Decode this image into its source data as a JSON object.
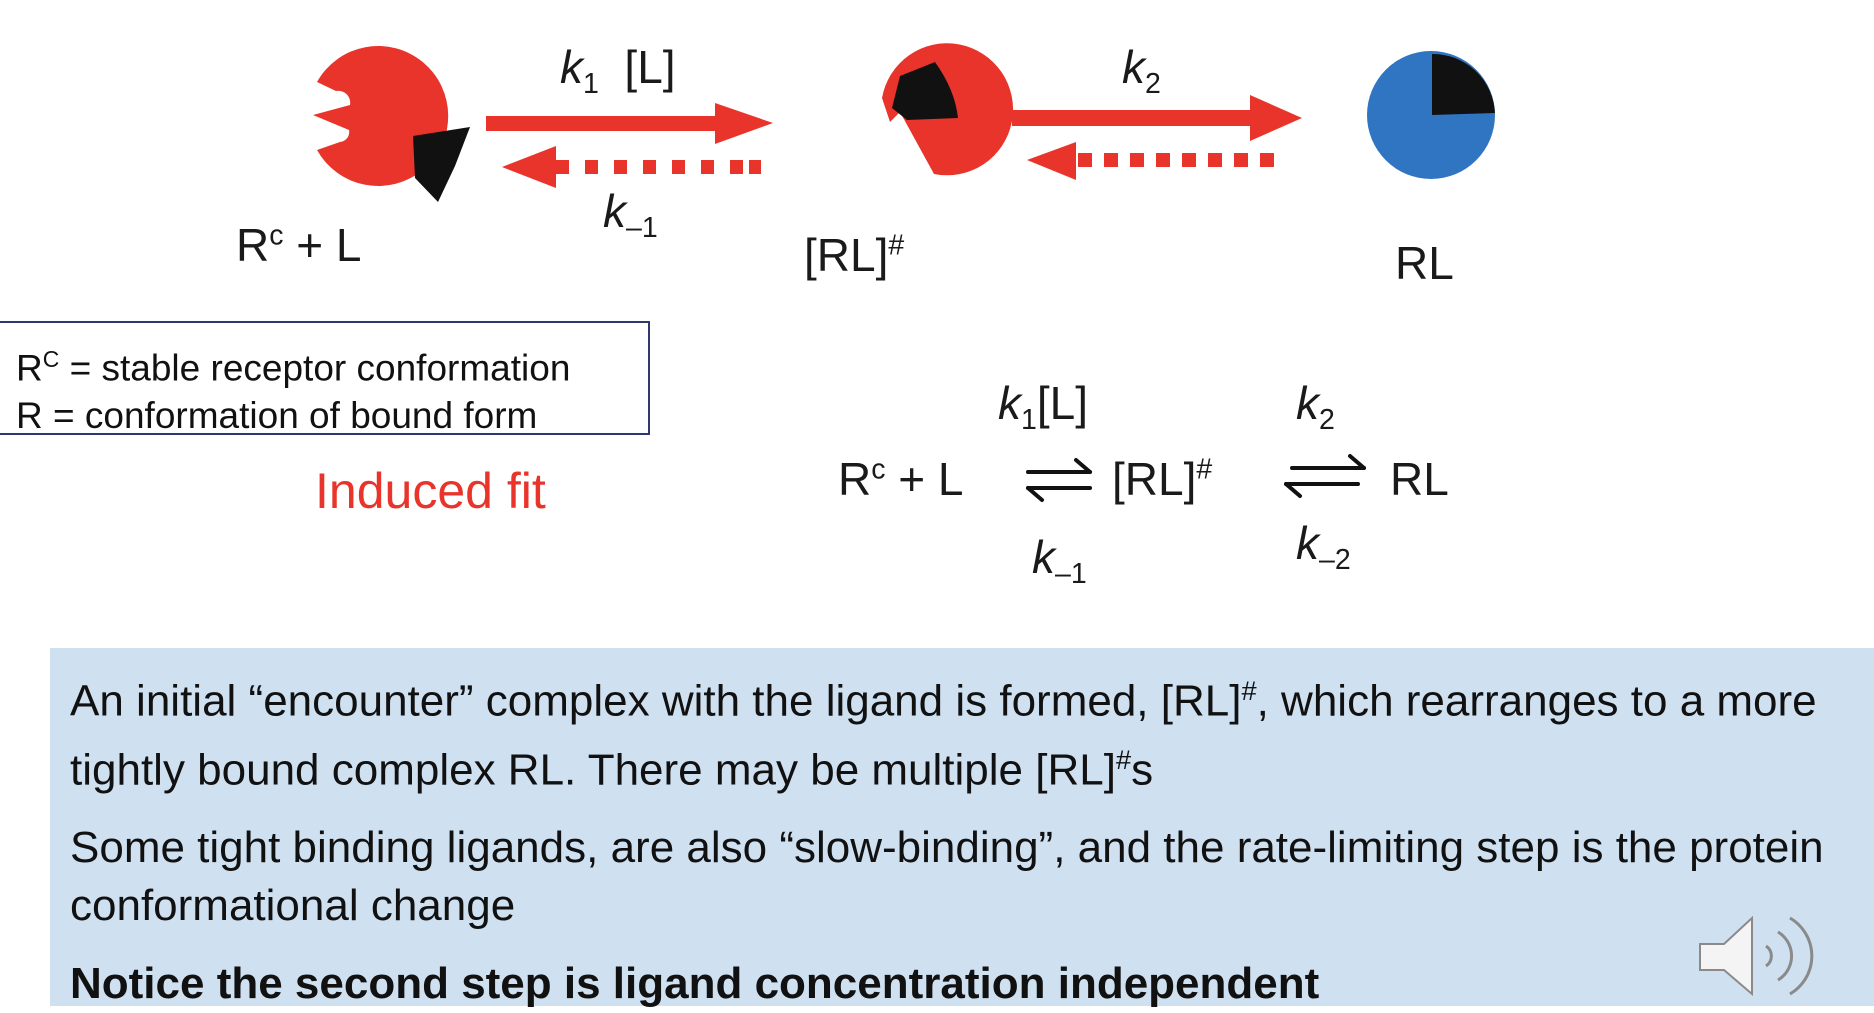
{
  "diagram": {
    "arrow1": {
      "rate_forward": "k",
      "rate_forward_sub": "1",
      "conc": "[L]",
      "rate_reverse": "k",
      "rate_reverse_sub": "–1"
    },
    "arrow2": {
      "rate_forward": "k",
      "rate_forward_sub": "2"
    },
    "species": {
      "free": {
        "main": "R",
        "sup": "c",
        "rest": " + L"
      },
      "encounter": {
        "main": "[RL]",
        "sup": "#"
      },
      "bound": {
        "main": "RL"
      }
    },
    "colors": {
      "receptor_free": "#e8342a",
      "receptor_bound": "#2f75c2",
      "ligand": "#111111",
      "arrow": "#e8342a"
    }
  },
  "legend": {
    "line1_main": "R",
    "line1_sup": "C",
    "line1_rest": " = stable receptor conformation",
    "line2": "R = conformation of bound form"
  },
  "model_name": "Induced fit",
  "equation": {
    "k1": "k",
    "k1_sub": "1",
    "k1_conc": "[L]",
    "km1": "k",
    "km1_sub": "–1",
    "k2": "k",
    "k2_sub": "2",
    "km2": "k",
    "km2_sub": "–2",
    "left_main": "R",
    "left_sup": "c",
    "left_rest": " + L",
    "mid_main": "[RL]",
    "mid_sup": "#",
    "right": "RL"
  },
  "info": {
    "p1_a": "An initial “encounter” complex with the ligand is formed, [RL]",
    "p1_sup": "#",
    "p1_b": ", which rearranges to a more tightly bound complex RL.  There may be multiple [RL]",
    "p1_sup2": "#",
    "p1_c": "s",
    "p2": "Some tight binding ligands, are also “slow-binding”, and the rate-limiting step is the protein conformational change",
    "p3": "Notice the second step is ligand concentration independent"
  },
  "icons": {
    "speaker": "speaker-icon"
  }
}
